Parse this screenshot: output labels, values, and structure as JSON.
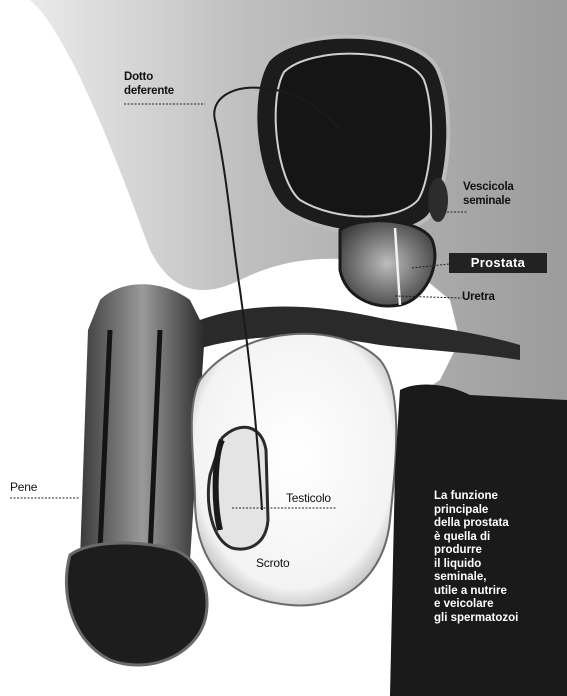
{
  "labels": {
    "dotto_deferente": "Dotto\ndeferente",
    "vescicola_seminale": "Vescicola\nseminale",
    "prostata": "Prostata",
    "uretra": "Uretra",
    "pene": "Pene",
    "testicolo": "Testicolo",
    "scroto": "Scroto"
  },
  "caption": {
    "lines": [
      "La funzione",
      "principale",
      "della prostata",
      "è quella di",
      "produrre",
      "il liquido",
      "seminale,",
      "utile a nutrire",
      "e veicolare",
      "gli spermatozoi"
    ]
  },
  "colors": {
    "background": "#ffffff",
    "tissue_dark": "#1a1a1a",
    "tissue_mid": "#7a7a7a",
    "tissue_light": "#c8c8c8",
    "badge": "#222222"
  }
}
